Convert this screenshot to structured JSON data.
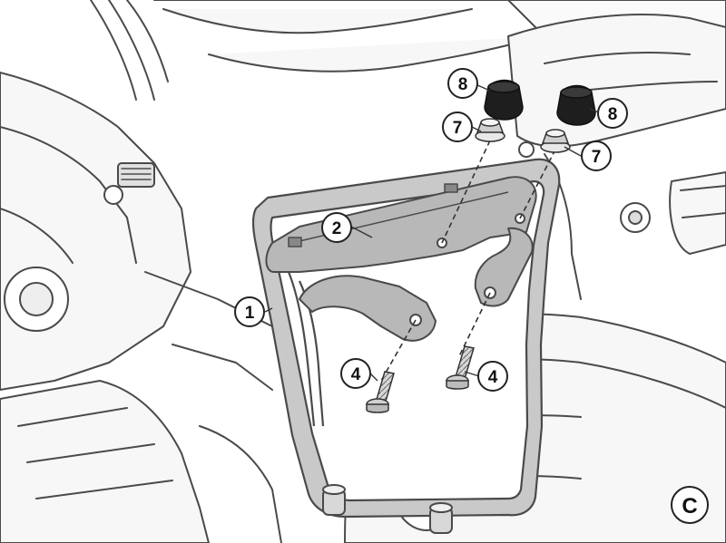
{
  "panel_label": "C",
  "callouts": [
    {
      "id": "c8a",
      "label": "8"
    },
    {
      "id": "c8b",
      "label": "8"
    },
    {
      "id": "c7a",
      "label": "7"
    },
    {
      "id": "c7b",
      "label": "7"
    },
    {
      "id": "c2",
      "label": "2"
    },
    {
      "id": "c1",
      "label": "1"
    },
    {
      "id": "c4a",
      "label": "4"
    },
    {
      "id": "c4b",
      "label": "4"
    }
  ],
  "colors": {
    "line": "#4a4a4a",
    "bike_fill": "#f7f7f7",
    "frame_fill": "#c9c9c9",
    "bracket_fill": "#b8b8b8",
    "rubber_fill": "#1e1e1e",
    "callout_fill": "#ffffff"
  }
}
